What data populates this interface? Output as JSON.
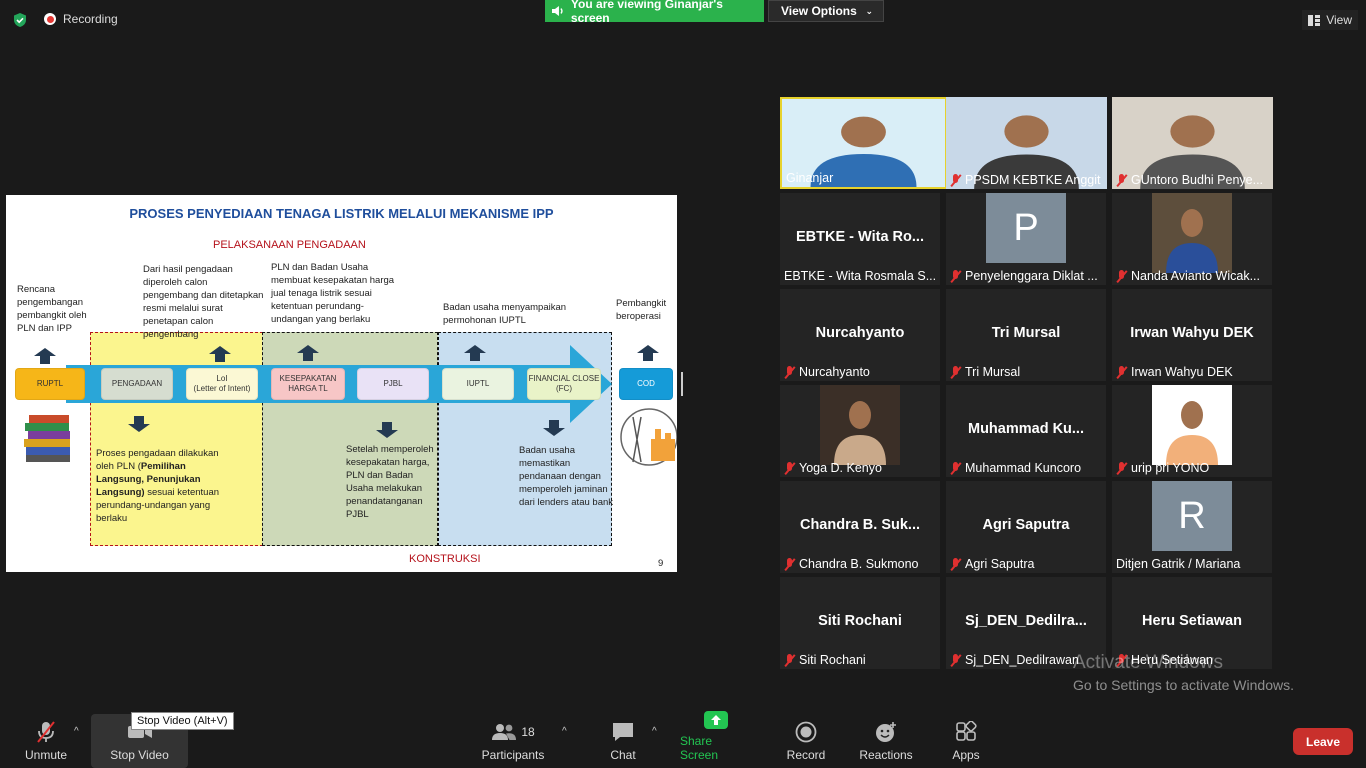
{
  "top": {
    "recording": "Recording",
    "viewing_banner": "You are viewing Ginanjar's screen",
    "view_options": "View Options",
    "view": "View"
  },
  "slide": {
    "title": "PROSES PENYEDIAAN TENAGA LISTRIK MELALUI MEKANISME IPP",
    "pelaksanaan": "PELAKSANAAN PENGADAAN",
    "konstruksi": "KONSTRUKSI",
    "page_number": "9",
    "note_rencana": "Rencana pengembangan pembangkit oleh PLN dan IPP",
    "note_hasil": "Dari hasil pengadaan diperoleh calon pengembang dan ditetapkan resmi melalui surat penetapan calon pengembang",
    "note_pln_badan": "PLN dan Badan Usaha membuat kesepakatan harga jual tenaga listrik sesuai ketentuan perundang-undangan yang berlaku",
    "note_badan_iuptl": "Badan usaha menyampaikan permohonan IUPTL",
    "note_pembangkit": "Pembangkit beroperasi",
    "note_proses_a": "Proses pengadaan dilakukan oleh PLN (",
    "note_proses_bold": "Pemilihan Langsung, Penunjukan Langsung)",
    "note_proses_b": " sesuai ketentuan perundang-undangan yang berlaku",
    "note_setelah": "Setelah memperoleh kesepakatan harga, PLN dan Badan Usaha melakukan penandatanganan PJBL",
    "note_badan_usaha": "Badan usaha memastikan pendanaan dengan memperoleh jaminan dari lenders atau bank",
    "steps": [
      "RUPTL",
      "PENGADAAN",
      "LoI\n(Letter of Intent)",
      "KESEPAKATAN\nHARGA TL",
      "PJBL",
      "IUPTL",
      "FINANCIAL CLOSE\n(FC)",
      "COD"
    ]
  },
  "participants": [
    {
      "label": "Ginanjar",
      "big": "",
      "muted": false
    },
    {
      "label": "PPSDM KEBTKE Anggit ...",
      "big": "",
      "muted": true
    },
    {
      "label": "GUntoro Budhi Penye...",
      "big": "",
      "muted": true
    },
    {
      "label": "EBTKE - Wita Rosmala S...",
      "big": "EBTKE - Wita Ro...",
      "muted": false
    },
    {
      "label": "Penyelenggara Diklat ...",
      "big": "",
      "muted": true,
      "letter": "P"
    },
    {
      "label": "Nanda Avianto Wicak...",
      "big": "",
      "muted": true
    },
    {
      "label": "Nurcahyanto",
      "big": "Nurcahyanto",
      "muted": true
    },
    {
      "label": "Tri Mursal",
      "big": "Tri Mursal",
      "muted": true
    },
    {
      "label": "Irwan Wahyu DEK",
      "big": "Irwan Wahyu DEK",
      "muted": true
    },
    {
      "label": "Yoga D. Kenyo",
      "big": "",
      "muted": true
    },
    {
      "label": "Muhammad Kuncoro",
      "big": "Muhammad Ku...",
      "muted": true
    },
    {
      "label": "urip pri YONO",
      "big": "",
      "muted": true
    },
    {
      "label": "Chandra B. Sukmono",
      "big": "Chandra B. Suk...",
      "muted": true
    },
    {
      "label": "Agri Saputra",
      "big": "Agri Saputra",
      "muted": true
    },
    {
      "label": "Ditjen Gatrik / Mariana",
      "big": "",
      "muted": false,
      "letter": "R"
    },
    {
      "label": "Siti Rochani",
      "big": "Siti Rochani",
      "muted": true
    },
    {
      "label": "Sj_DEN_Dedilrawan",
      "big": "Sj_DEN_Dedilra...",
      "muted": true
    },
    {
      "label": "Heru Setiawan",
      "big": "Heru Setiawan",
      "muted": true
    }
  ],
  "watermark": {
    "line1": "Activate Windows",
    "line2": "Go to Settings to activate Windows."
  },
  "toolbar": {
    "unmute": "Unmute",
    "stop_video": "Stop Video",
    "tooltip": "Stop Video (Alt+V)",
    "participants": "Participants",
    "participant_count": "18",
    "chat": "Chat",
    "share_screen": "Share Screen",
    "record": "Record",
    "reactions": "Reactions",
    "apps": "Apps",
    "leave": "Leave"
  },
  "colors": {
    "share_green": "#23d959",
    "leave_red": "#c9302c",
    "active_border": "#e7d22c",
    "slide_blue": "#2aa6d8"
  }
}
